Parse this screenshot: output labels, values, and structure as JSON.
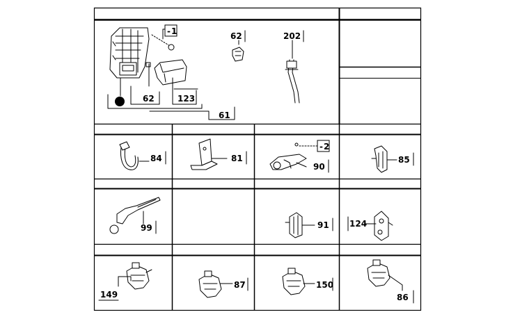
{
  "diagram": {
    "cells": [
      {
        "id": "main",
        "parts": [
          "61",
          "62",
          "123",
          "62",
          "202"
        ],
        "badges": [
          "1"
        ]
      },
      {
        "id": "r2c1",
        "parts": [
          "84"
        ]
      },
      {
        "id": "r2c2",
        "parts": [
          "81"
        ]
      },
      {
        "id": "r2c3",
        "parts": [
          "90"
        ],
        "badges": [
          "2"
        ]
      },
      {
        "id": "r2c4",
        "parts": [
          "85"
        ]
      },
      {
        "id": "r3c1",
        "parts": [
          "99"
        ]
      },
      {
        "id": "r3c3",
        "parts": [
          "91"
        ]
      },
      {
        "id": "r3c4",
        "parts": [
          "124"
        ]
      },
      {
        "id": "r4c1",
        "parts": [
          "149"
        ]
      },
      {
        "id": "r4c2",
        "parts": [
          "87"
        ]
      },
      {
        "id": "r4c3",
        "parts": [
          "150"
        ]
      },
      {
        "id": "r4c4",
        "parts": [
          "86"
        ]
      }
    ],
    "labels": {
      "p61": "61",
      "p62a": "62",
      "p123": "123",
      "p62b": "62",
      "p202": "202",
      "b1": "1",
      "b2": "2",
      "p84": "84",
      "p81": "81",
      "p90": "90",
      "p85": "85",
      "p99": "99",
      "p91": "91",
      "p124": "124",
      "p149": "149",
      "p87": "87",
      "p150": "150",
      "p86": "86"
    }
  }
}
